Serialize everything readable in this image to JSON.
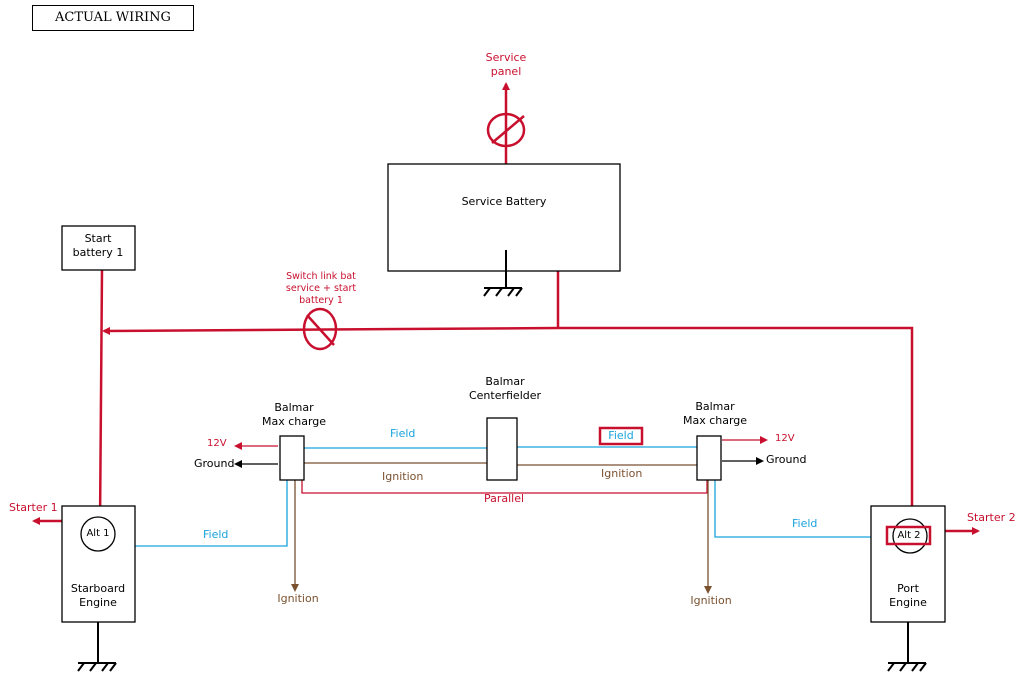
{
  "title": "ACTUAL WIRING",
  "service_panel": "Service\npanel",
  "service_battery": "Service Battery",
  "start_battery": "Start\nbattery 1",
  "switch_link": "Switch link bat\nservice + start\nbattery 1",
  "centerfielder": "Balmar\nCenterfielder",
  "maxcharge_left": "Balmar\nMax charge",
  "maxcharge_right": "Balmar\nMax charge",
  "twelve_v_left": "12V",
  "twelve_v_right": "12V",
  "ground_left": "Ground",
  "ground_right": "Ground",
  "field_top_left": "Field",
  "field_top_right": "Field",
  "field_bottom_left": "Field",
  "field_bottom_right": "Field",
  "ignition_left": "Ignition",
  "ignition_right": "Ignition",
  "ignition_bottom_left": "Ignition",
  "ignition_bottom_right": "Ignition",
  "parallel": "Parallel",
  "starter_1": "Starter 1",
  "starter_2": "Starter 2",
  "alt_1": "Alt 1",
  "alt_2": "Alt 2",
  "starboard_engine": "Starboard\nEngine",
  "port_engine": "Port\nEngine",
  "colors": {
    "power": "#c8102e",
    "field": "#1aa3dc",
    "ignition": "#7a5230",
    "outline": "#000000"
  }
}
